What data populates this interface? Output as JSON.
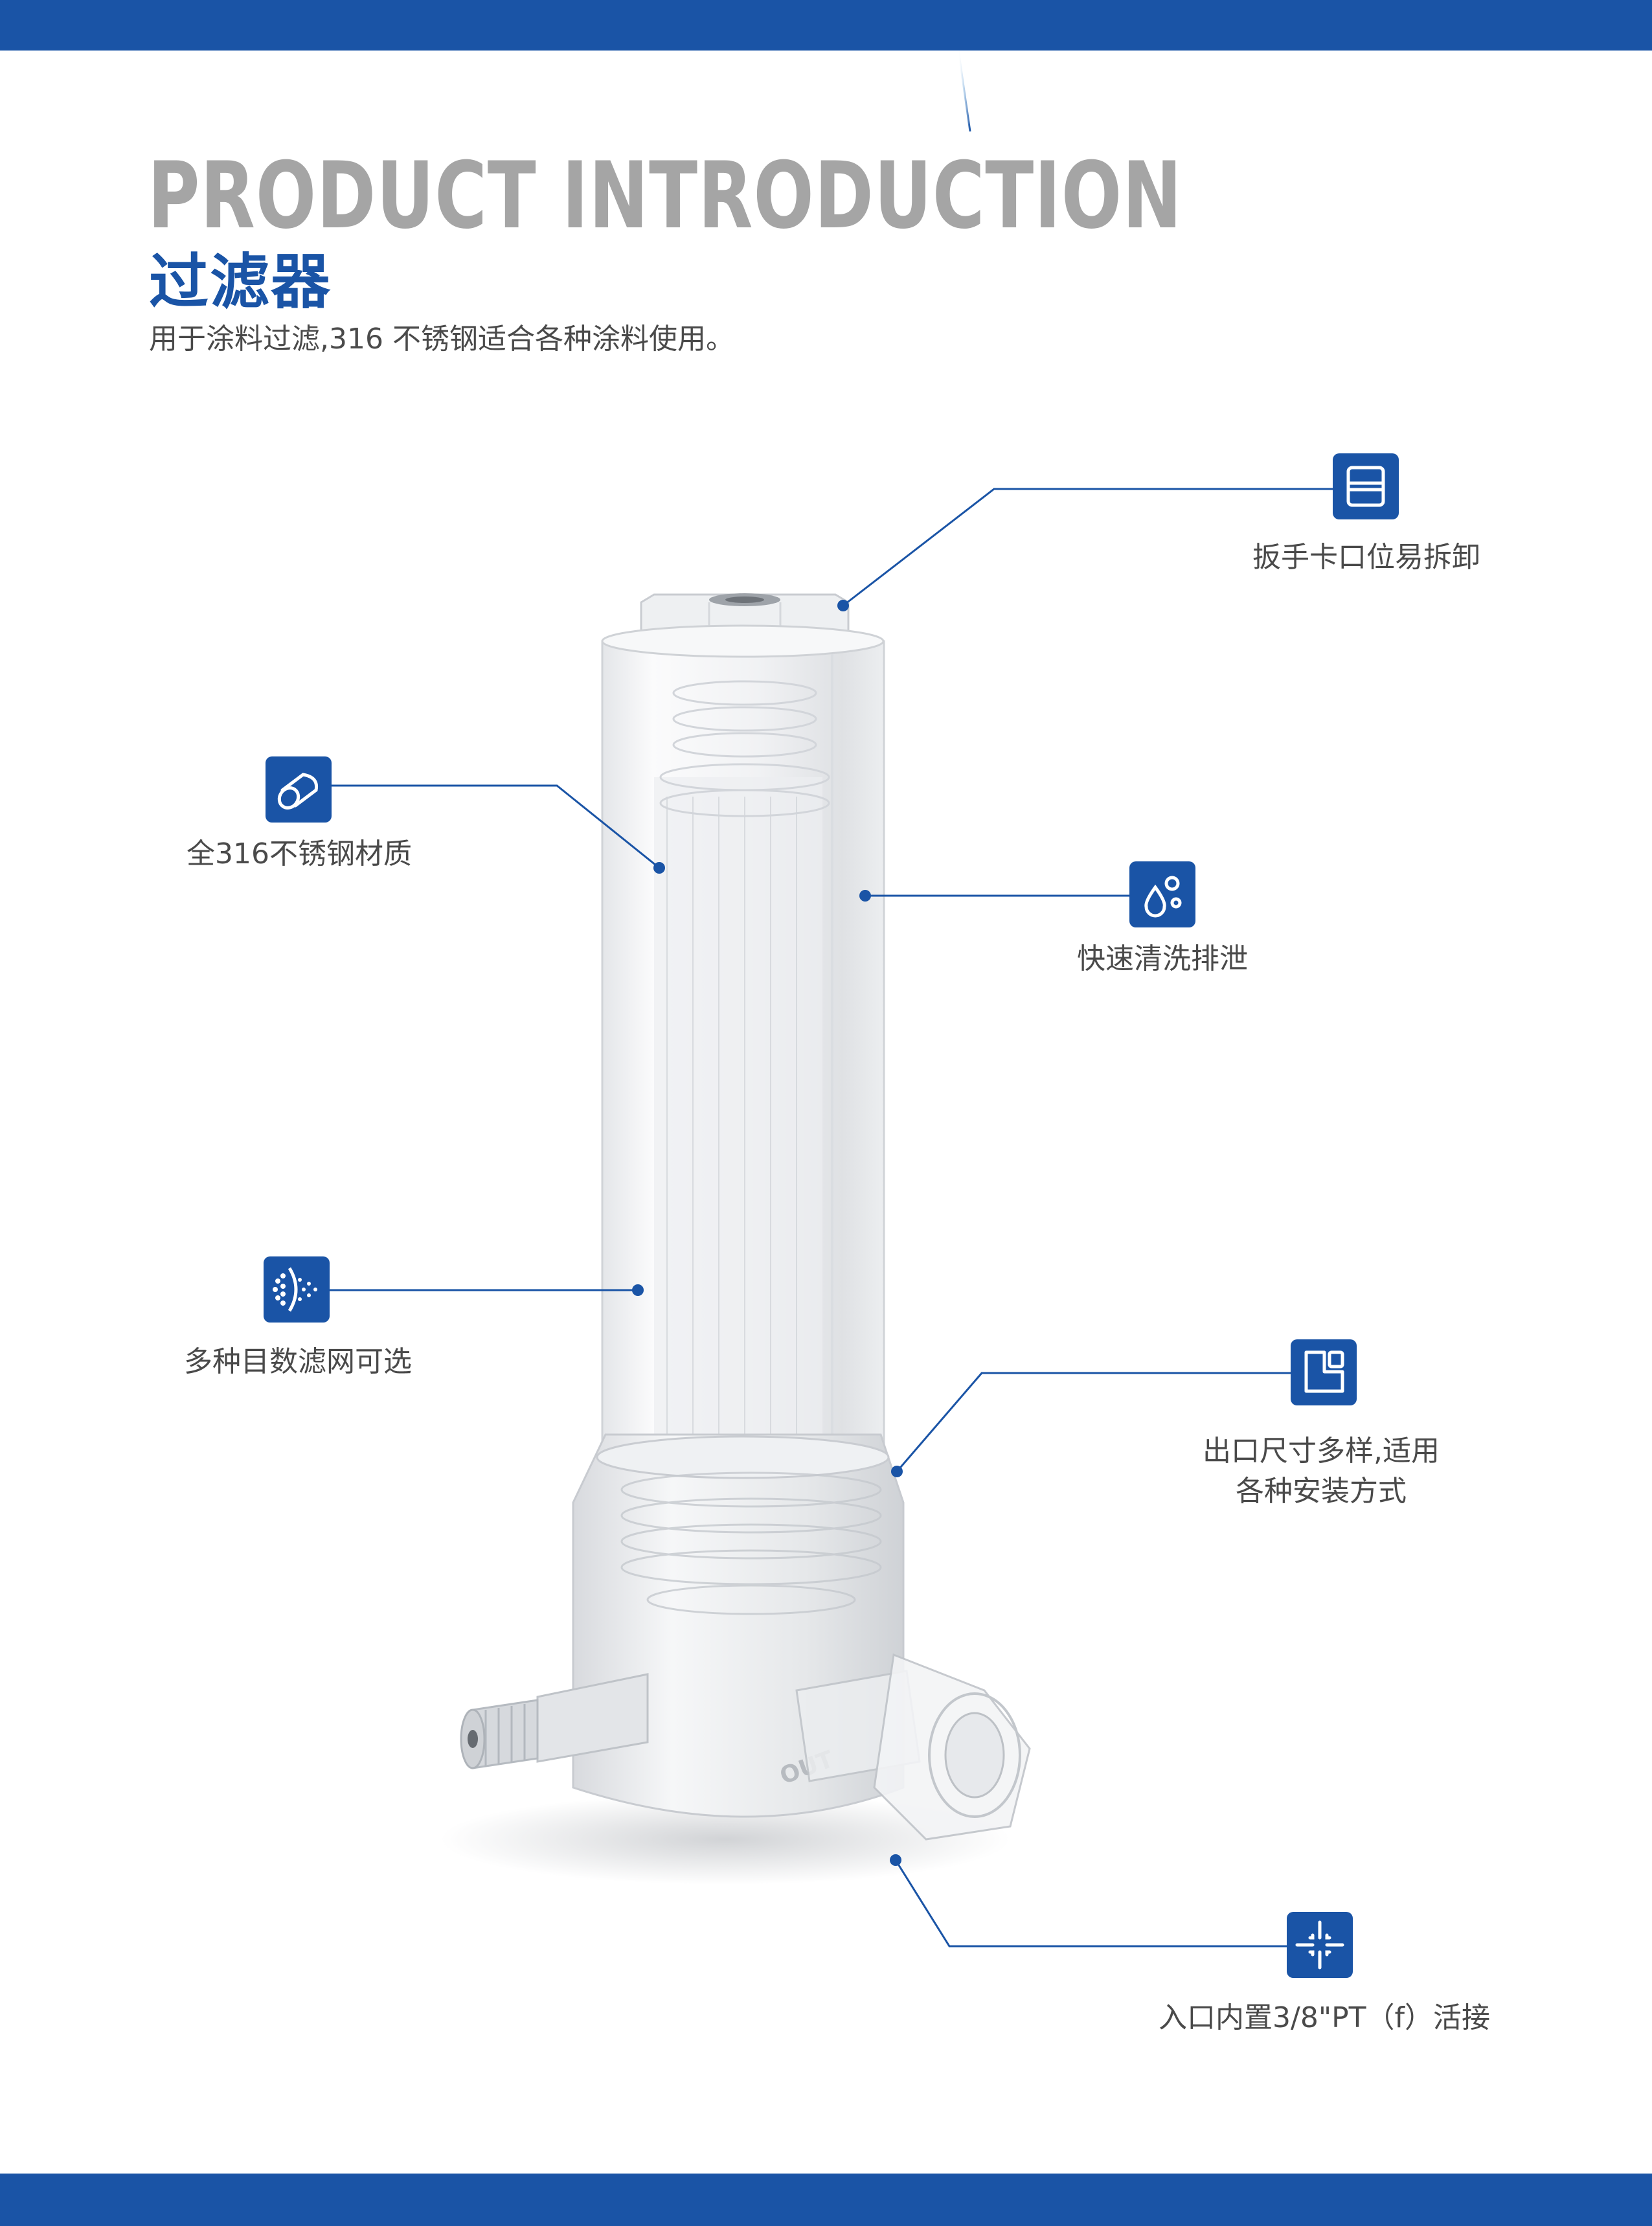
{
  "header": {
    "title_en": "PRODUCT INTRODUCTION",
    "title_cn": "过滤器",
    "subtitle": "用于涂料过滤,316 不锈钢适合各种涂料使用。"
  },
  "colors": {
    "brand_blue": "#1a54a6",
    "title_gray": "#a5a5a5",
    "text_gray": "#4a4a4a"
  },
  "features": [
    {
      "icon": "wrench-slot-icon",
      "label": "扳手卡口位易拆卸"
    },
    {
      "icon": "steel-cylinder-icon",
      "label": "全316不锈钢材质"
    },
    {
      "icon": "water-drops-icon",
      "label": "快速清洗排泄"
    },
    {
      "icon": "mesh-filter-icon",
      "label": "多种目数滤网可选"
    },
    {
      "icon": "outlet-size-icon",
      "label_line1": "出口尺寸多样,适用",
      "label_line2": "各种安装方式"
    },
    {
      "icon": "inlet-connector-icon",
      "label": "入口内置3/8\"PT（f）活接"
    }
  ]
}
